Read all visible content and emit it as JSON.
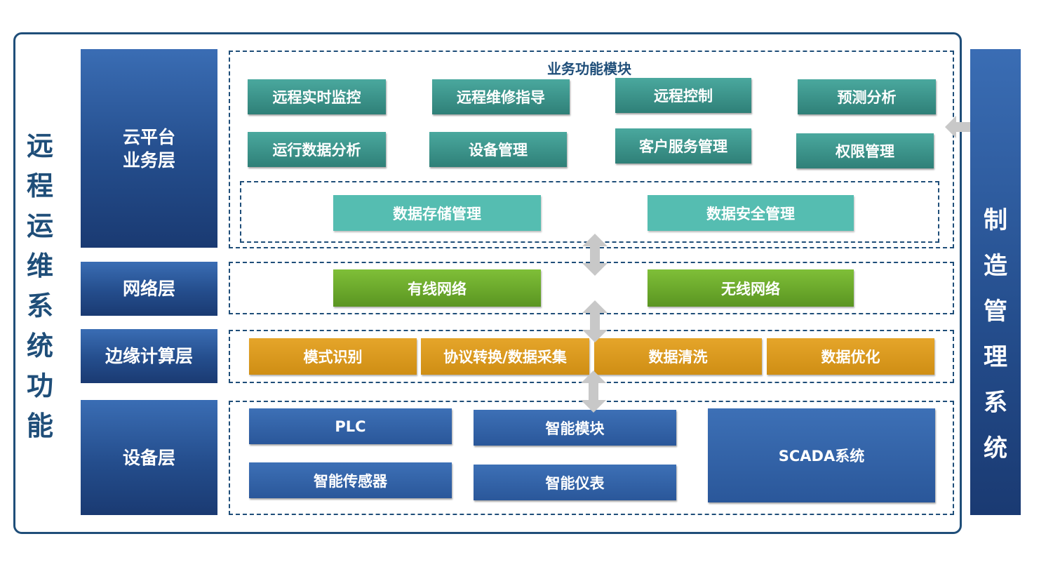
{
  "left_title": [
    "远",
    "程",
    "运",
    "维",
    "系",
    "统",
    "功",
    "能"
  ],
  "right_title": [
    "制",
    "造",
    "管",
    "理",
    "系",
    "统"
  ],
  "layers": {
    "cloud": "云平台\n业务层",
    "network": "网络层",
    "edge": "边缘计算层",
    "device": "设备层"
  },
  "cloud": {
    "title": "业务功能模块",
    "row1": [
      "远程实时监控",
      "远程维修指导",
      "远程控制",
      "预测分析"
    ],
    "row2": [
      "运行数据分析",
      "设备管理",
      "客户服务管理",
      "权限管理"
    ],
    "storage": [
      "数据存储管理",
      "数据安全管理"
    ]
  },
  "network": [
    "有线网络",
    "无线网络"
  ],
  "edge": [
    "模式识别",
    "协议转换/数据采集",
    "数据清洗",
    "数据优化"
  ],
  "device": {
    "plc": "PLC",
    "module": "智能模块",
    "sensor": "智能传感器",
    "meter": "智能仪表",
    "scada": "SCADA系统"
  },
  "colors": {
    "frame": "#1f4e79",
    "layer_blue": "#244d8c",
    "teal": "#3a938a",
    "light_teal": "#55bdb1",
    "green": "#6aa82b",
    "orange": "#d99a1c",
    "device_blue": "#2f5fa5",
    "arrow_gray": "#c8c8c8"
  }
}
